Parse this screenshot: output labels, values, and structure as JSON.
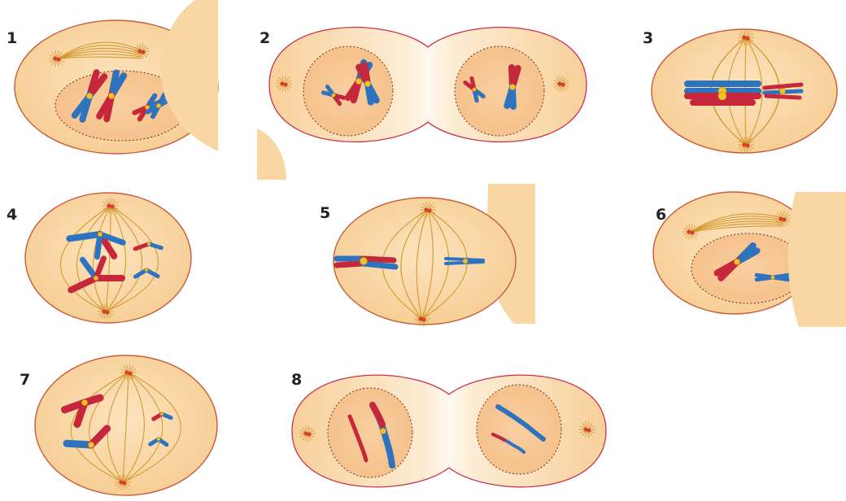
{
  "panels": [
    {
      "label": "1"
    },
    {
      "label": "2"
    },
    {
      "label": "3"
    },
    {
      "label": "4"
    },
    {
      "label": "5"
    },
    {
      "label": "6"
    },
    {
      "label": "7"
    },
    {
      "label": "8"
    }
  ],
  "colors": {
    "cytoplasm": "#f9d7a4",
    "cytoplasm_light": "#fdeed6",
    "cell_outline": "#c65b3a",
    "dividing_outline": "#c9334a",
    "nucleus": "#f6c594",
    "spindle": "#d29a32",
    "chromosome_red": "#c7273a",
    "chromosome_blue": "#2d73bd",
    "centromere": "#f1c12a",
    "centrosome": "#d8402a",
    "adjacent_cell": "#f9d7a4"
  }
}
